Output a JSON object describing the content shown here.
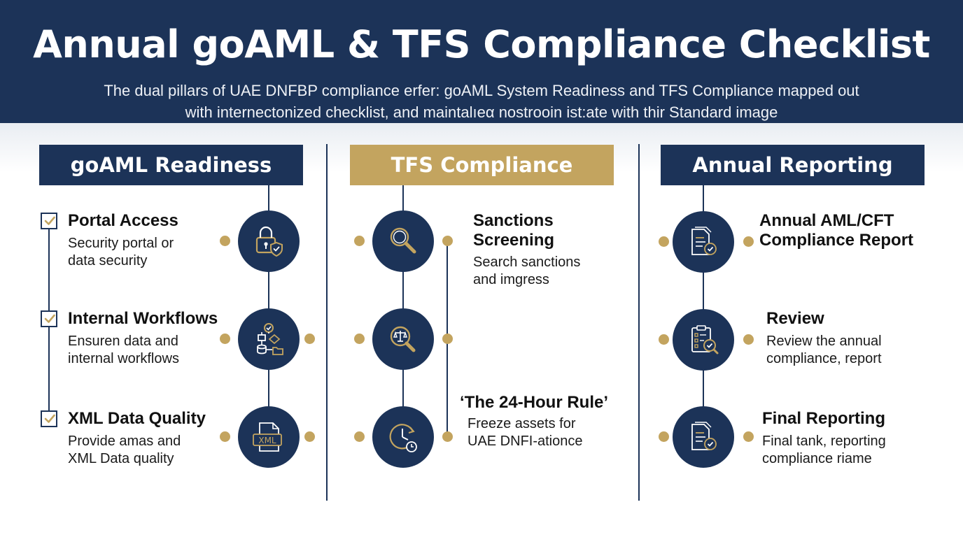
{
  "header": {
    "title": "Annual goAML & TFS Compliance Checklist",
    "subtitle_line1": "The dual pillars of UAE DNFBP compliance erfer: goAML System Readiness and TFS Compliance mapped out",
    "subtitle_line2": "with internectonized checklist, and maintalıeα nostrooin ist:ate with thir Standard image"
  },
  "colors": {
    "navy": "#1c3358",
    "gold": "#c3a45f",
    "white": "#ffffff"
  },
  "columns": [
    {
      "title": "goAML Readiness",
      "items": [
        {
          "title": "Portal Access",
          "desc": [
            "Security portal or",
            "data security"
          ],
          "icon": "lock-shield-icon",
          "checked": true
        },
        {
          "title": "Internal Workflows",
          "desc": [
            "Ensuren data and",
            "internal workflows"
          ],
          "icon": "workflow-icon",
          "checked": true
        },
        {
          "title": "XML Data Quality",
          "desc": [
            "Provide amas and",
            "XML Data quality"
          ],
          "icon": "xml-file-icon",
          "checked": true
        }
      ]
    },
    {
      "title": "TFS Compliance",
      "items": [
        {
          "title": [
            "Sanctions",
            "Screening"
          ],
          "desc": [
            "Search sanctions",
            "and imgress"
          ],
          "icon": "magnifier-icon"
        },
        {
          "icon": "scales-magnifier-icon"
        },
        {
          "title": "‘The 24-Hour Rule’",
          "desc": [
            "Freeze assets for",
            "UAE DNFI-ationce"
          ],
          "icon": "clock-icon"
        }
      ]
    },
    {
      "title": "Annual Reporting",
      "items": [
        {
          "title": [
            "Annual AML/CFT",
            "Compliance Report"
          ],
          "icon": "document-check-icon"
        },
        {
          "title": "Review",
          "desc": [
            "Review the annual",
            "compliance, report"
          ],
          "icon": "clipboard-check-icon"
        },
        {
          "title": "Final Reporting",
          "desc": [
            "Final tank, reporting",
            "compliance riame"
          ],
          "icon": "document-check-icon"
        }
      ]
    }
  ]
}
